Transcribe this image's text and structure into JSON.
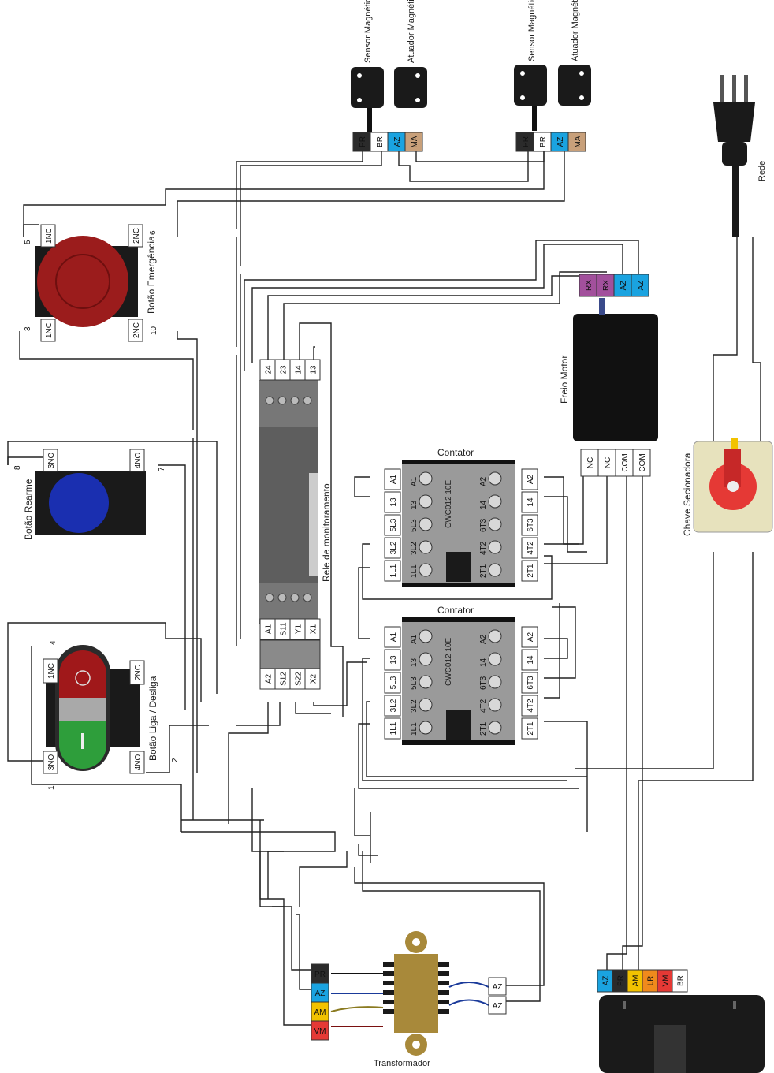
{
  "colors": {
    "PR": "#2b2b2b",
    "BR": "#ffffff",
    "AZ": "#1aa3e0",
    "MA": "#c8a07a",
    "RX": "#a2509c",
    "AM": "#f2c200",
    "VM": "#e53935",
    "LR": "#f08a1c",
    "emergency_red": "#9b1c1c",
    "rearm_blue": "#1a2fb0",
    "on_green": "#2e9e3b",
    "off_red": "#a0181a",
    "transformer": "#a8893a"
  },
  "sensors": [
    {
      "sensor_label": "Sensor Magnético",
      "actuator_label": "Atuador Magnético",
      "terms": [
        "PR",
        "BR",
        "AZ",
        "MA"
      ]
    },
    {
      "sensor_label": "Sensor Magnético",
      "actuator_label": "Atuador Magnético",
      "terms": [
        "PR",
        "BR",
        "AZ",
        "MA"
      ]
    }
  ],
  "rede": {
    "label": "Rede",
    "icon": "power-plug-icon"
  },
  "emergency": {
    "label": "Botão Emergência",
    "terms": [
      "1NC",
      "2NC",
      "1NC",
      "2NC"
    ],
    "numbers": [
      "5",
      "6",
      "3",
      "10"
    ]
  },
  "rearm": {
    "label": "Botão Rearme",
    "terms": [
      "3NO",
      "4NO"
    ],
    "numbers": [
      "8",
      "7"
    ]
  },
  "onoff": {
    "label": "Botão Liga / Desliga",
    "terms": [
      "1NC",
      "2NC",
      "3NO",
      "4NO"
    ],
    "numbers": [
      "4",
      "1",
      "2"
    ]
  },
  "relay": {
    "label": "Rele de monitoramento",
    "top_terms": [
      "24",
      "23",
      "14",
      "13"
    ],
    "mid_terms": [
      "A1",
      "S11",
      "Y1",
      "X1"
    ],
    "bot_terms": [
      "A2",
      "S12",
      "S22",
      "X2"
    ]
  },
  "brake": {
    "label": "Freio Motor",
    "top_terms": [
      "RX",
      "RX",
      "AZ",
      "AZ"
    ],
    "bot_terms": [
      "NC",
      "NC",
      "COM",
      "COM"
    ]
  },
  "contactors": [
    {
      "label": "Contator",
      "model": "CWC012 10E",
      "left": [
        "A1",
        "13",
        "5L3",
        "3L2",
        "1L1"
      ],
      "right": [
        "A2",
        "14",
        "6T3",
        "4T2",
        "2T1"
      ]
    },
    {
      "label": "Contator",
      "model": "CWC012 10E",
      "left": [
        "A1",
        "13",
        "5L3",
        "3L2",
        "1L1"
      ],
      "right": [
        "A2",
        "14",
        "6T3",
        "4T2",
        "2T1"
      ]
    }
  ],
  "switch": {
    "label": "Chave Secionadora"
  },
  "transformer": {
    "label": "Transformador",
    "primary": [
      "PR",
      "AZ",
      "AM",
      "VM"
    ],
    "secondary": [
      "AZ",
      "AZ"
    ]
  },
  "motor": {
    "terms": [
      "AZ",
      "PR",
      "AM",
      "LR",
      "VM",
      "BR"
    ]
  }
}
